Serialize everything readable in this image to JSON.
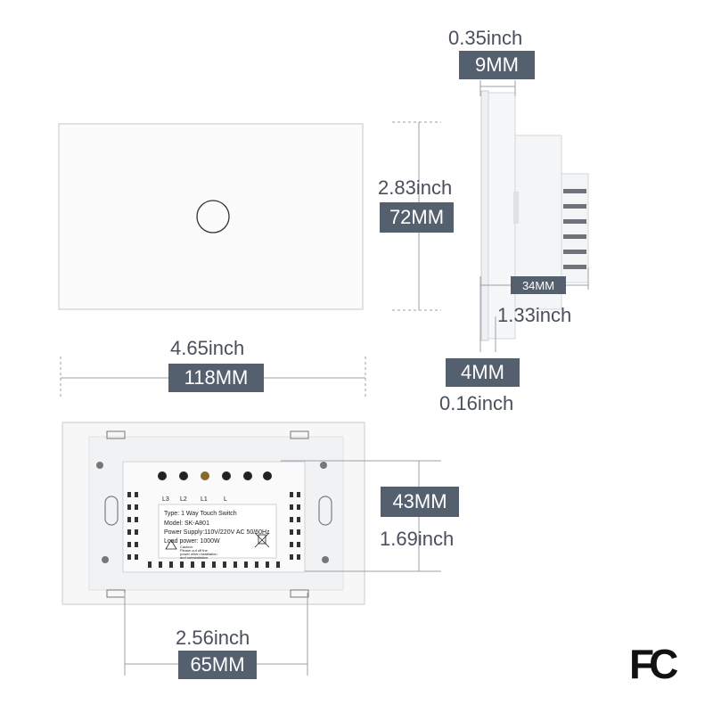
{
  "colors": {
    "badge": "#55606f",
    "inch_text": "#4a4f5c",
    "panel": "#fbfbfc",
    "dim_line": "#9aa0a8"
  },
  "dimensions": {
    "depth_total": {
      "inch": "0.35inch",
      "mm": "9MM"
    },
    "height": {
      "inch": "2.83inch",
      "mm": "72MM"
    },
    "body_depth": {
      "mm": "34MM",
      "inch": "1.33inch"
    },
    "plate": {
      "mm": "4MM",
      "inch": "0.16inch"
    },
    "width": {
      "inch": "4.65inch",
      "mm": "118MM"
    },
    "module_height": {
      "mm": "43MM",
      "inch": "1.69inch"
    },
    "module_width": {
      "inch": "2.56inch",
      "mm": "65MM"
    }
  },
  "back_label": {
    "terminals": [
      "L3",
      "L2",
      "L1",
      "L"
    ],
    "line1": "Type: 1 Way Touch Switch",
    "line2": "Model: SK-A801",
    "line3": "Power Supply:110V/220V AC  50/60Hz",
    "line4": "Load power: 1000W",
    "caution_title": "Caution:",
    "caution_1": "Please cut off the",
    "caution_2": "power when installation",
    "caution_3": "and uninstallation"
  },
  "fc_logo": "FC",
  "icons": [
    "touch-button-icon",
    "warning-icon",
    "weee-bin-icon",
    "fc-mark-icon"
  ]
}
